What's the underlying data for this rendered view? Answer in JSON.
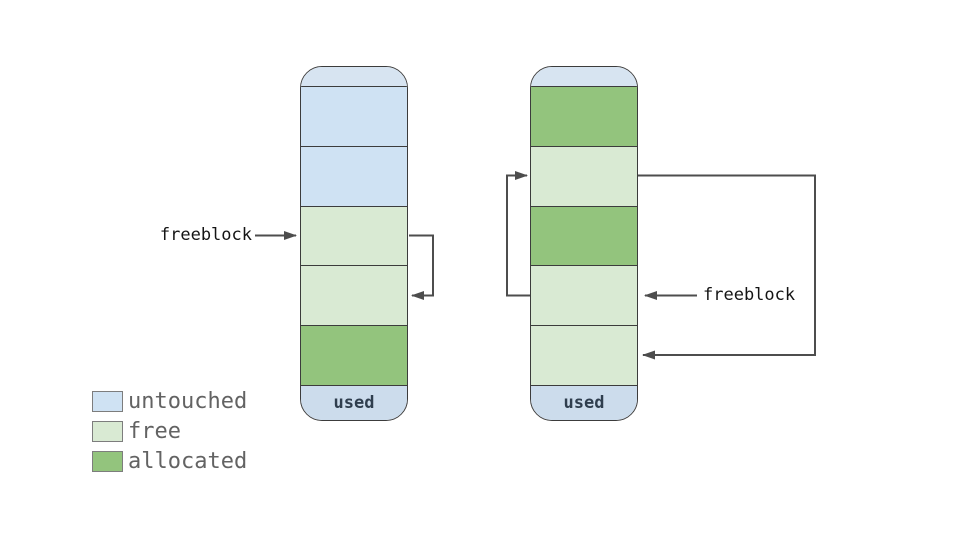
{
  "colors": {
    "untouched": "#cfe2f3",
    "free": "#d9ead3",
    "allocated": "#93c47d",
    "cap_top": "#d7e4f1",
    "cap_bottom": "#ccdcec",
    "border": "#3c3c3c",
    "arrow": "#4d4d4d",
    "label_text": "#141414",
    "used_text": "#2f3e4e",
    "legend_text": "#636363",
    "background": "#ffffff"
  },
  "labels": {
    "freeblock_left": "freeblock",
    "freeblock_right": "freeblock"
  },
  "columns": [
    {
      "id": "heap-left",
      "segments": [
        "untouched",
        "untouched",
        "free",
        "free",
        "allocated"
      ],
      "used_label": "used"
    },
    {
      "id": "heap-right",
      "segments": [
        "allocated",
        "free",
        "allocated",
        "free",
        "free"
      ],
      "used_label": "used"
    }
  ],
  "connections": [
    {
      "diagram": "left",
      "from": "freeblock-label",
      "to": "segment-3-free"
    },
    {
      "diagram": "left",
      "from": "segment-3-free",
      "to": "segment-4-free",
      "via": "right-side-loop"
    },
    {
      "diagram": "right",
      "from": "freeblock-label",
      "to": "segment-4-free"
    },
    {
      "diagram": "right",
      "from": "segment-4-free",
      "to": "segment-2-free",
      "via": "left-side-loop"
    },
    {
      "diagram": "right",
      "from": "segment-2-free",
      "to": "segment-5-free",
      "via": "right-side-loop"
    }
  ],
  "legend": {
    "items": [
      {
        "type": "untouched",
        "label": "untouched"
      },
      {
        "type": "free",
        "label": "free"
      },
      {
        "type": "allocated",
        "label": "allocated"
      }
    ]
  }
}
